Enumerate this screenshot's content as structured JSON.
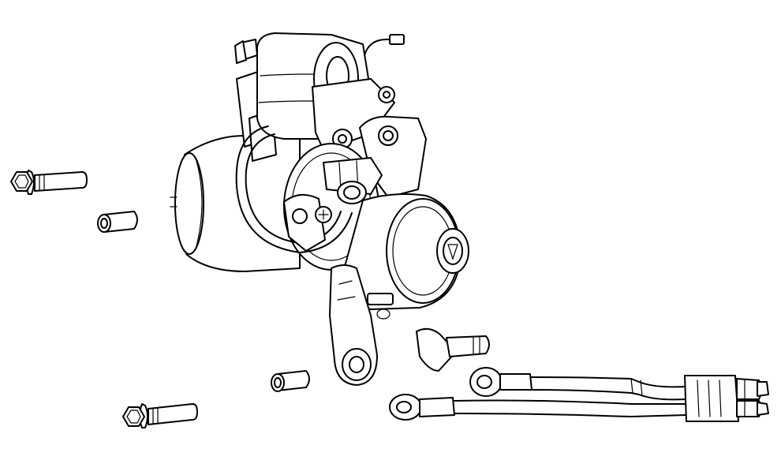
{
  "diagram": {
    "kind": "exploded-line-drawing",
    "background": "#ffffff",
    "stroke_color": "#000000",
    "components": [
      "starter-motor-assembly",
      "mounting-bolt",
      "spacer-sleeve",
      "terminal-boot",
      "ring-terminal-cable",
      "connector-plug"
    ]
  }
}
